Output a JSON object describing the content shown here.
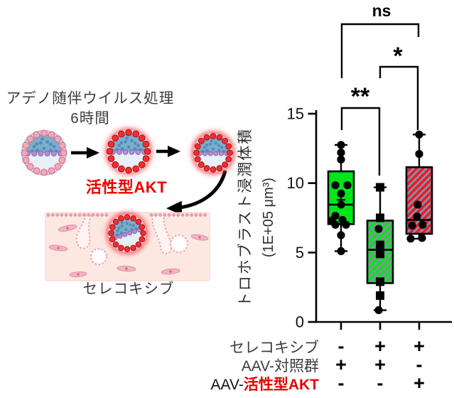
{
  "figure": {
    "background": "#FFFFFF"
  },
  "diagram": {
    "title_line1": "アデノ随伴ウイルス処理",
    "title_line2": "6時間",
    "akt_label": "活性型AKT",
    "akt_color": "#EE0000",
    "celecoxib_label": "セレコキシブ",
    "text_color": "#3C3C3C"
  },
  "chart_data": {
    "type": "box",
    "ylabel_line1": "トロホブラスト浸潤体積",
    "ylabel_line2": "(1E+05 μm³)",
    "ylim": [
      0,
      15
    ],
    "yticks": [
      0,
      5,
      10,
      15
    ],
    "groups": [
      {
        "id": "aav-control",
        "fill": "#00E61A",
        "hatch": false,
        "marker": "circle",
        "box": {
          "lo": 5.1,
          "q1": 7.05,
          "median": 8.45,
          "q3": 10.85,
          "hi": 12.75,
          "mean": 8.8
        },
        "points": [
          {
            "v": 12.75,
            "dx": 0
          },
          {
            "v": 12.2,
            "dx": 0
          },
          {
            "v": 11.7,
            "dx": 0
          },
          {
            "v": 9.85,
            "dx": -8
          },
          {
            "v": 9.85,
            "dx": 9
          },
          {
            "v": 9.25,
            "dx": 0
          },
          {
            "v": 8.45,
            "dx": 0
          },
          {
            "v": 7.65,
            "dx": -8
          },
          {
            "v": 7.35,
            "dx": 2
          },
          {
            "v": 7.3,
            "dx": -13
          },
          {
            "v": 7.0,
            "dx": -8
          },
          {
            "v": 7.0,
            "dx": 7
          },
          {
            "v": 6.25,
            "dx": 0
          },
          {
            "v": 5.1,
            "dx": 0
          }
        ]
      },
      {
        "id": "aav-control-celecoxib",
        "fill": "#00E61A",
        "hatch": true,
        "hatch_color": "#9C86AE",
        "marker": "square",
        "box": {
          "lo": 0.85,
          "q1": 2.8,
          "median": 5.2,
          "q3": 7.3,
          "hi": 9.7
        },
        "points": [
          {
            "v": 9.7,
            "dx": 0,
            "m": "square"
          },
          {
            "v": 7.5,
            "dx": 0,
            "m": "square"
          },
          {
            "v": 6.7,
            "dx": -2,
            "m": "circle"
          },
          {
            "v": 5.55,
            "dx": 0,
            "m": "square"
          },
          {
            "v": 4.9,
            "dx": 0,
            "m": "square"
          },
          {
            "v": 2.9,
            "dx": 0,
            "m": "square"
          },
          {
            "v": 1.9,
            "dx": 0,
            "m": "square"
          },
          {
            "v": 0.85,
            "dx": -2,
            "m": "circle"
          }
        ]
      },
      {
        "id": "aav-active-akt-celecoxib",
        "fill": "#EC1B23",
        "hatch": true,
        "hatch_color": "#7E96B3",
        "marker": "circle",
        "box": {
          "lo": 6.0,
          "q1": 6.35,
          "median": 7.35,
          "q3": 11.15,
          "hi": 13.5
        },
        "points": [
          {
            "v": 13.5,
            "dx": 0
          },
          {
            "v": 12.1,
            "dx": 0
          },
          {
            "v": 8.45,
            "dx": -2
          },
          {
            "v": 7.6,
            "dx": -3
          },
          {
            "v": 7.0,
            "dx": 5
          },
          {
            "v": 6.95,
            "dx": -10
          },
          {
            "v": 6.05,
            "dx": 4
          },
          {
            "v": 6.0,
            "dx": -12
          }
        ]
      }
    ],
    "significance": [
      {
        "label": "**",
        "between": [
          1,
          2
        ]
      },
      {
        "label": "*",
        "between": [
          2,
          3
        ]
      },
      {
        "label": "ns",
        "between": [
          1,
          3
        ]
      }
    ],
    "x_matrix": {
      "rows": [
        {
          "label": "セレコキシブ",
          "values": [
            "-",
            "+",
            "+"
          ]
        },
        {
          "label": "AAV-対照群",
          "values": [
            "+",
            "+",
            "-"
          ]
        },
        {
          "label_prefix": "AAV-",
          "label_main": "活性型AKT",
          "label_main_color": "#E90000",
          "values": [
            "-",
            "-",
            "+"
          ]
        }
      ]
    }
  }
}
